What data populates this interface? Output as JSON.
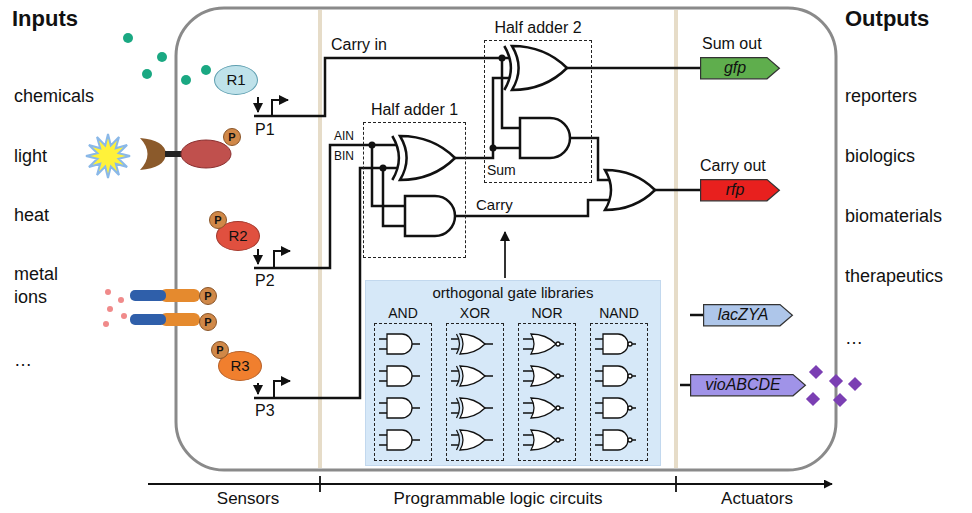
{
  "diagram": {
    "nodes": [
      {
        "text": [
          "R1"
        ]
      },
      {
        "text": [
          "P"
        ]
      },
      {
        "text": [
          "P"
        ]
      },
      {
        "text": [
          "R2"
        ]
      },
      {
        "text": [
          "P"
        ]
      },
      {
        "text": [
          "P"
        ]
      },
      {
        "text": [
          "P"
        ]
      },
      {
        "text": [
          "R3"
        ]
      },
      {
        "text": [
          "Half adder 2"
        ]
      },
      {
        "text": [
          "Half adder 1"
        ]
      },
      {
        "text": [
          "orthogonal gate libraries"
        ]
      },
      {
        "text": [
          "AND"
        ],
        "in": 10
      },
      {
        "text": [
          "XOR"
        ],
        "in": 10
      },
      {
        "text": [
          "NOR"
        ],
        "in": 10
      },
      {
        "text": [
          "NAND"
        ],
        "in": 10
      },
      {
        "text": [
          "gfp"
        ]
      },
      {
        "text": [
          "rfp"
        ]
      },
      {
        "text": [
          "lacZYA"
        ]
      },
      {
        "text": [
          "vioABCDE"
        ]
      }
    ],
    "edges": [
      {
        "from": 9,
        "to": 8,
        "arrow": "none"
      },
      {
        "from": 8,
        "to": 15,
        "arrow": "none"
      }
    ],
    "labels": [
      "Inputs",
      "chemicals",
      "light",
      "heat",
      "metal ions",
      "…",
      "Outputs",
      "reporters",
      "biologics",
      "biomaterials",
      "therapeutics",
      "…",
      "Carry in",
      "P1",
      "AIN",
      "BIN",
      "Sum",
      "Carry",
      "Sum out",
      "Carry out",
      "P2",
      "P3",
      "Sensors",
      "Programmable logic circuits",
      "Actuators"
    ]
  }
}
